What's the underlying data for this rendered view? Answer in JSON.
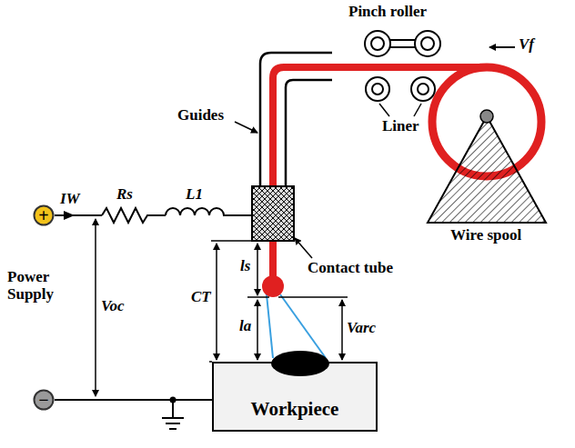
{
  "diagram": {
    "nodes": [
      {
        "text": [
          "+"
        ]
      },
      {
        "text": [
          "−"
        ]
      },
      {
        "text": [
          "Workpiece"
        ]
      }
    ],
    "edges": [
      {
        "from": 1,
        "to": 2,
        "arrow": "none"
      }
    ],
    "labels": [
      "Pinch roller",
      "Vf",
      "Guides",
      "Liner",
      "Wire spool",
      "IW",
      "Rs",
      "L1",
      "Power Supply",
      "Voc",
      "Contact tube",
      "ls",
      "CT",
      "la",
      "Varc"
    ]
  }
}
